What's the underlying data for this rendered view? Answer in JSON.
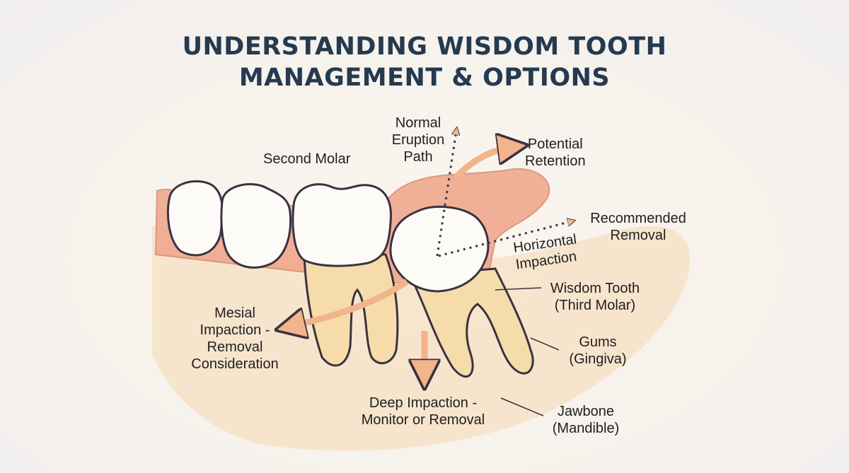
{
  "title": {
    "line1": "UNDERSTANDING WISDOM TOOTH",
    "line2": "MANAGEMENT & OPTIONS"
  },
  "labels": {
    "normal_eruption": [
      "Normal",
      "Eruption",
      "Path"
    ],
    "potential_retention": [
      "Potential",
      "Retention"
    ],
    "second_molar": "Second Molar",
    "recommended_removal": [
      "Recommended",
      "Removal"
    ],
    "horizontal_impaction": [
      "Horizontal",
      "Impaction"
    ],
    "wisdom_tooth": [
      "Wisdom Tooth",
      "(Third Molar)"
    ],
    "mesial_impaction": [
      "Mesial",
      "Impaction -",
      "Removal",
      "Consideration"
    ],
    "gums": [
      "Gums",
      "(Gingiva)"
    ],
    "deep_impaction": [
      "Deep Impaction -",
      "Monitor or Removal"
    ],
    "jawbone": [
      "Jawbone",
      "(Mandible)"
    ]
  },
  "colors": {
    "title": "#243a4f",
    "arrow": "#f2b48a",
    "gum": "#f0a98e",
    "root": "#f6dcaa",
    "enamel": "#fcfbf7",
    "outline": "#3b3240"
  }
}
